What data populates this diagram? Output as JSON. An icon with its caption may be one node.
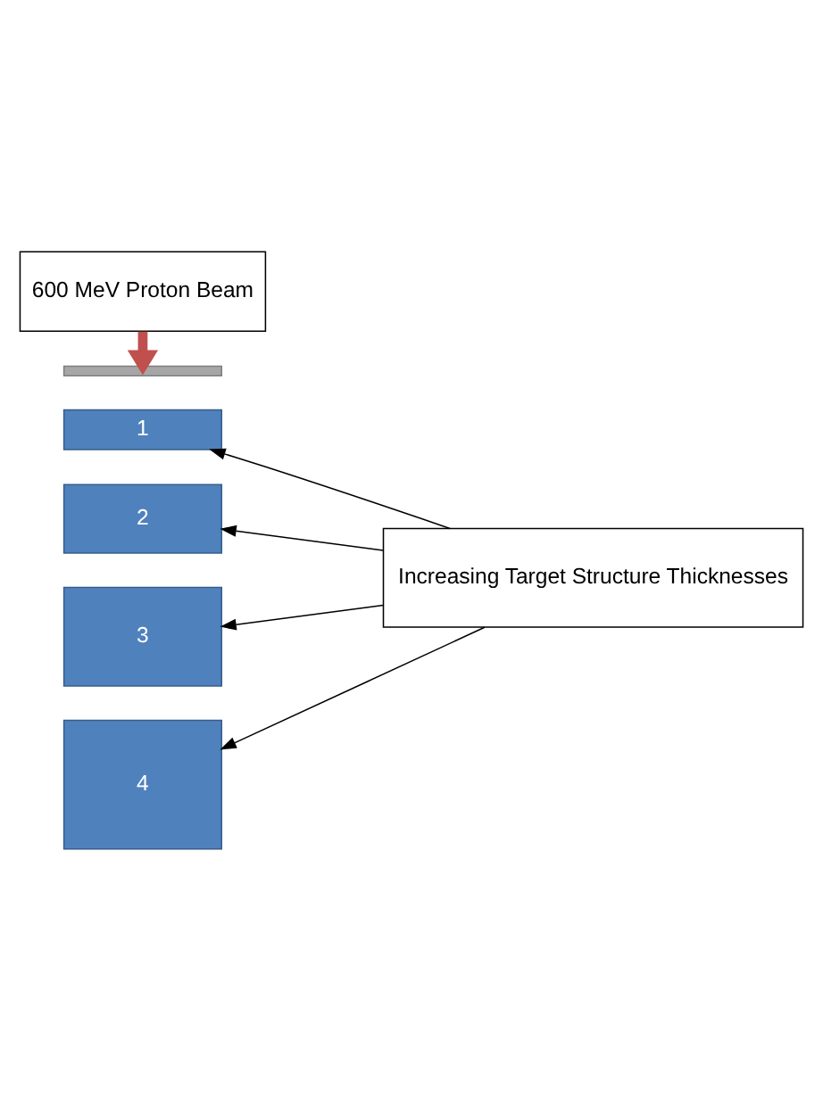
{
  "diagram": {
    "nodes": [
      {
        "text": [
          "600 MeV Proton Beam"
        ]
      },
      {
        "text": [],
        "shape": "bar"
      },
      {
        "text": [
          "1"
        ]
      },
      {
        "text": [
          "2"
        ]
      },
      {
        "text": [
          "3"
        ]
      },
      {
        "text": [
          "4"
        ]
      },
      {
        "text": [
          "Increasing Target Structure Thicknesses"
        ]
      }
    ],
    "edges": [
      {
        "from": 0,
        "to": 1,
        "arrow": "to",
        "style": "thick",
        "color": "#c0504d"
      },
      {
        "from": 6,
        "to": 2,
        "arrow": "to"
      },
      {
        "from": 6,
        "to": 3,
        "arrow": "to"
      },
      {
        "from": 6,
        "to": 4,
        "arrow": "to"
      },
      {
        "from": 6,
        "to": 5,
        "arrow": "to"
      }
    ]
  }
}
